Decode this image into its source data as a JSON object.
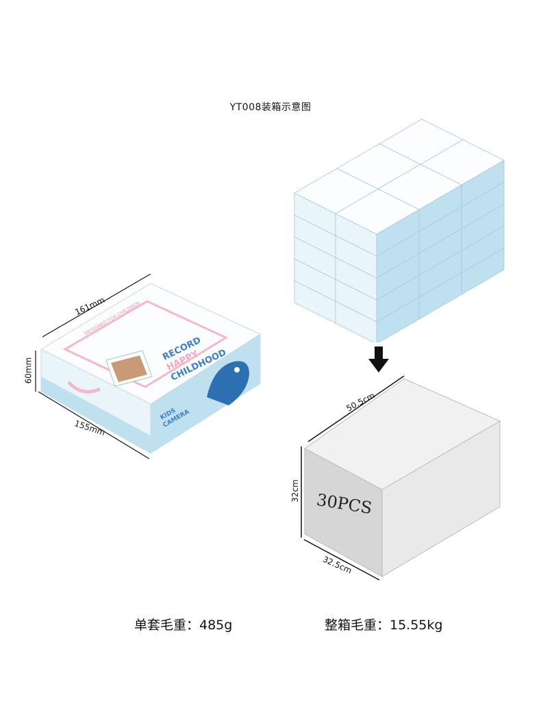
{
  "title": "YT008装箱示意图",
  "single_box": {
    "brand_lines": [
      "RECORD",
      "HAPPY",
      "CHILDHOOD"
    ],
    "product_lines": [
      "KIDS",
      "CAMERA"
    ],
    "tagline": "DESIGNED FOR CHILDREN",
    "dim_length": "161mm",
    "dim_width": "155mm",
    "dim_height": "60mm"
  },
  "stack": {
    "columns": 2,
    "rows": 3,
    "layers": 5
  },
  "carton": {
    "label": "30PCS",
    "dim_length": "50.5cm",
    "dim_width": "32.5cm",
    "dim_height": "32cm",
    "colors": {
      "top": "#f1f1f1",
      "front": "#d6d6d6",
      "right": "#e9e9e9"
    }
  },
  "weights": {
    "single": "单套毛重：485g",
    "carton": "整箱毛重：15.55kg"
  },
  "colors": {
    "box_blue": "#bfe0ef",
    "accent_blue": "#3d7fc1",
    "accent_pink": "#f4b9c9"
  }
}
